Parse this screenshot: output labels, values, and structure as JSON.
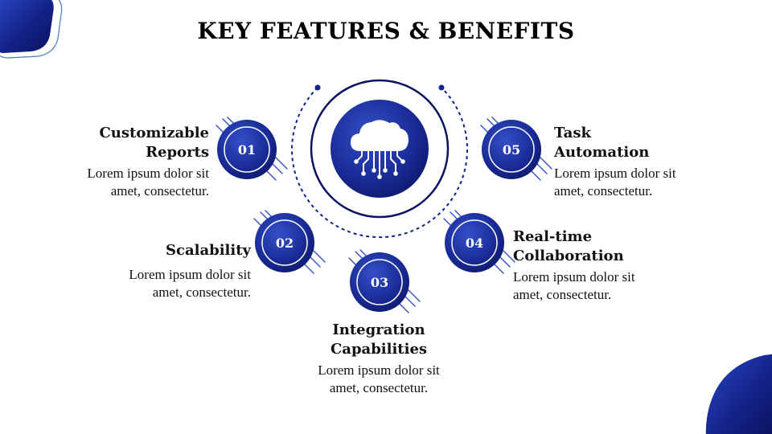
{
  "title": "KEY FEATURES & BENEFITS",
  "colors": {
    "primary": "#14238a",
    "deep": "#0b1460",
    "light": "#3a55c9"
  },
  "center_icon": "cloud-circuit-icon",
  "features": [
    {
      "number": "01",
      "heading_line1": "Customizable",
      "heading_line2": "Reports",
      "desc_line1": "Lorem ipsum dolor sit",
      "desc_line2": "amet, consectetur."
    },
    {
      "number": "02",
      "heading_line1": "Scalability",
      "heading_line2": "",
      "desc_line1": "Lorem ipsum dolor sit",
      "desc_line2": "amet, consectetur."
    },
    {
      "number": "03",
      "heading_line1": "Integration",
      "heading_line2": "Capabilities",
      "desc_line1": "Lorem ipsum dolor sit",
      "desc_line2": "amet, consectetur."
    },
    {
      "number": "04",
      "heading_line1": "Real-time",
      "heading_line2": "Collaboration",
      "desc_line1": "Lorem ipsum dolor sit",
      "desc_line2": "amet, consectetur."
    },
    {
      "number": "05",
      "heading_line1": "Task",
      "heading_line2": "Automation",
      "desc_line1": "Lorem ipsum dolor sit",
      "desc_line2": "amet, consectetur."
    }
  ]
}
